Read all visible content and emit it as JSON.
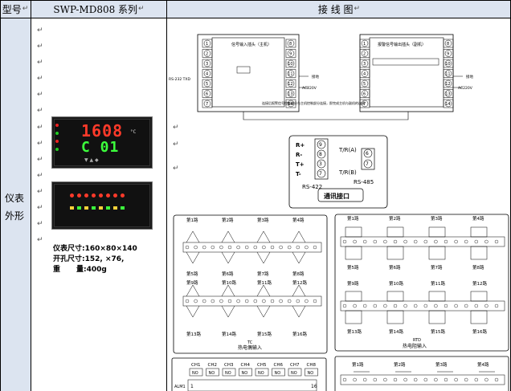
{
  "header": {
    "col1": "型号",
    "col2": "SWP-MD808 系列",
    "col3": "接  线  图"
  },
  "left_label": {
    "line1": "仪表",
    "line2": "外形"
  },
  "specs": {
    "size": "仪表尺寸:160×80×140",
    "cutout": "开孔尺寸:152,  ×76,",
    "weight_label": "重",
    "weight_value": "量:400g"
  },
  "meter1": {
    "pv": "1608",
    "unit": "°C",
    "sv": "C 01"
  },
  "diagram_top": {
    "left_box_title": "信号输入插头（主机）",
    "right_box_title": "报警信号输出插头（副机）",
    "left_terms": [
      "1",
      "2",
      "3",
      "4",
      "5",
      "6",
      "7"
    ],
    "left_terms_r": [
      "8",
      "9",
      "10",
      "11",
      "12",
      "13",
      "14"
    ],
    "right_terms": [
      "1",
      "2",
      "3",
      "4",
      "5",
      "6",
      "7"
    ],
    "right_terms_r": [
      "8",
      "9",
      "10",
      "11",
      "12",
      "13",
      "14"
    ],
    "jie_di": "接地",
    "ac": "AC220V",
    "rs232": "RS-232 TXD",
    "note": "连接后报警信号控制部分与主机控制部分连接，即完成主机与副机的连接"
  },
  "comm": {
    "r_plus": "R+",
    "r_minus": "R-",
    "t_plus": "T+",
    "t_minus": "T-",
    "t9": "9",
    "t8": "8",
    "t3": "3",
    "t7": "7",
    "t6": "6",
    "tra": "T/R(A)",
    "trb": "T/R(B)",
    "rs422": "RS-422",
    "rs485": "RS-485",
    "caption": "通讯接口"
  },
  "tc": {
    "row1": [
      "第1路",
      "第2路",
      "第3路",
      "第4路"
    ],
    "row2": [
      "第5路",
      "第6路",
      "第7路",
      "第8路"
    ],
    "row3": [
      "第9路",
      "第10路",
      "第11路",
      "第12路"
    ],
    "row4": [
      "第13路",
      "第14路",
      "第15路",
      "第16路"
    ],
    "caption1": "TC",
    "caption2": "热电偶输入"
  },
  "rtd": {
    "row1": [
      "第1路",
      "第2路",
      "第3路",
      "第4路"
    ],
    "row2": [
      "第5路",
      "第6路",
      "第7路",
      "第8路"
    ],
    "row3": [
      "第9路",
      "第10路",
      "第11路",
      "第12路"
    ],
    "row4": [
      "第13路",
      "第14路",
      "第15路",
      "第16路"
    ],
    "caption1": "RTD",
    "caption2": "热电阻输入"
  },
  "alarm": {
    "channels": [
      "CH1",
      "CH2",
      "CH3",
      "CH4",
      "CH5",
      "CH6",
      "CH7",
      "CH8"
    ],
    "no": "NO",
    "alm": "ALM1",
    "first": "1",
    "last": "16"
  },
  "bottom_right": {
    "labels": [
      "第1路",
      "第2路",
      "第3路",
      "第4路"
    ]
  },
  "para_mark": "↵"
}
